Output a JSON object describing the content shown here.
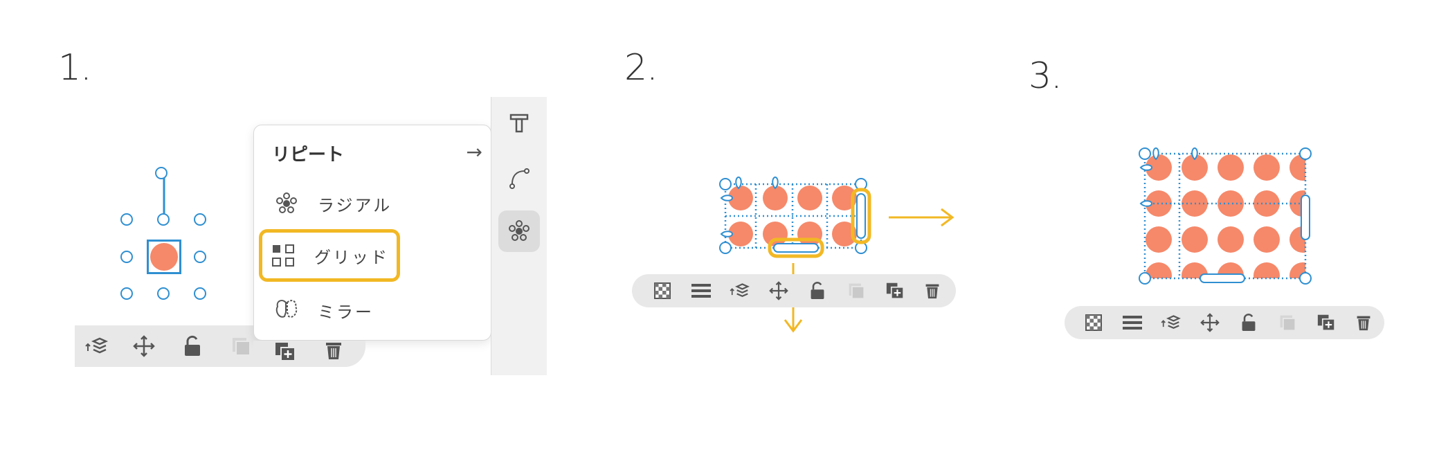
{
  "steps": [
    "1.",
    "2.",
    "3."
  ],
  "repeat_menu": {
    "title": "リピート",
    "arrow": "→",
    "items": [
      {
        "label": "ラジアル",
        "icon": "radial-repeat-icon"
      },
      {
        "label": "グリッド",
        "icon": "grid-repeat-icon"
      },
      {
        "label": "ミラー",
        "icon": "mirror-repeat-icon"
      }
    ],
    "selected": "グリッド"
  },
  "side_rail": {
    "tools": [
      "text-tool-icon",
      "path-tool-icon",
      "repeat-tool-icon"
    ],
    "active": "repeat-tool-icon"
  },
  "toolbar_icons": [
    "transparency-icon",
    "align-icon",
    "arrange-layers-icon",
    "move-icon",
    "unlock-icon",
    "duplicate-disabled-icon",
    "duplicate-add-icon",
    "trash-icon"
  ],
  "grid_panel_2": {
    "columns": 4,
    "rows": 2
  },
  "grid_panel_3": {
    "columns": 5,
    "rows": 4
  },
  "colors": {
    "dot": "#f5896a",
    "selection": "#2f8fd1",
    "highlight": "#f2b824",
    "toolbar": "#e8e8e8"
  }
}
